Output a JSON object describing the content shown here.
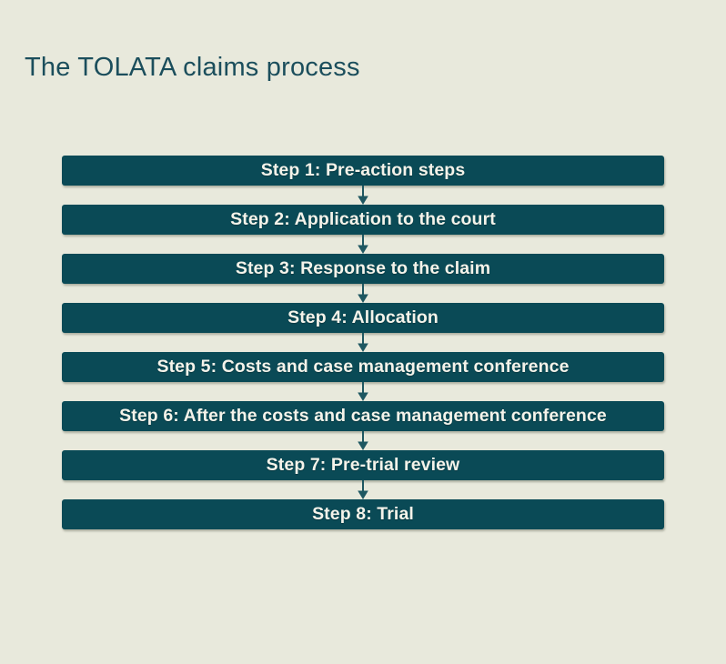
{
  "title": "The TOLATA claims process",
  "flow": {
    "steps": [
      {
        "label": "Step 1: Pre-action steps"
      },
      {
        "label": "Step 2: Application to the court"
      },
      {
        "label": "Step 3: Response to the claim"
      },
      {
        "label": "Step 4: Allocation"
      },
      {
        "label": "Step 5: Costs and case management conference"
      },
      {
        "label": "Step 6: After the costs and case management conference"
      },
      {
        "label": "Step 7: Pre-trial review"
      },
      {
        "label": "Step 8: Trial"
      }
    ],
    "connector_icon": "arrow-down-icon"
  },
  "colors": {
    "background": "#e8e9dc",
    "bar": "#0a4a56",
    "bar_text": "#f4f3ea",
    "title": "#1b4e5c",
    "arrow": "#1e5761"
  }
}
